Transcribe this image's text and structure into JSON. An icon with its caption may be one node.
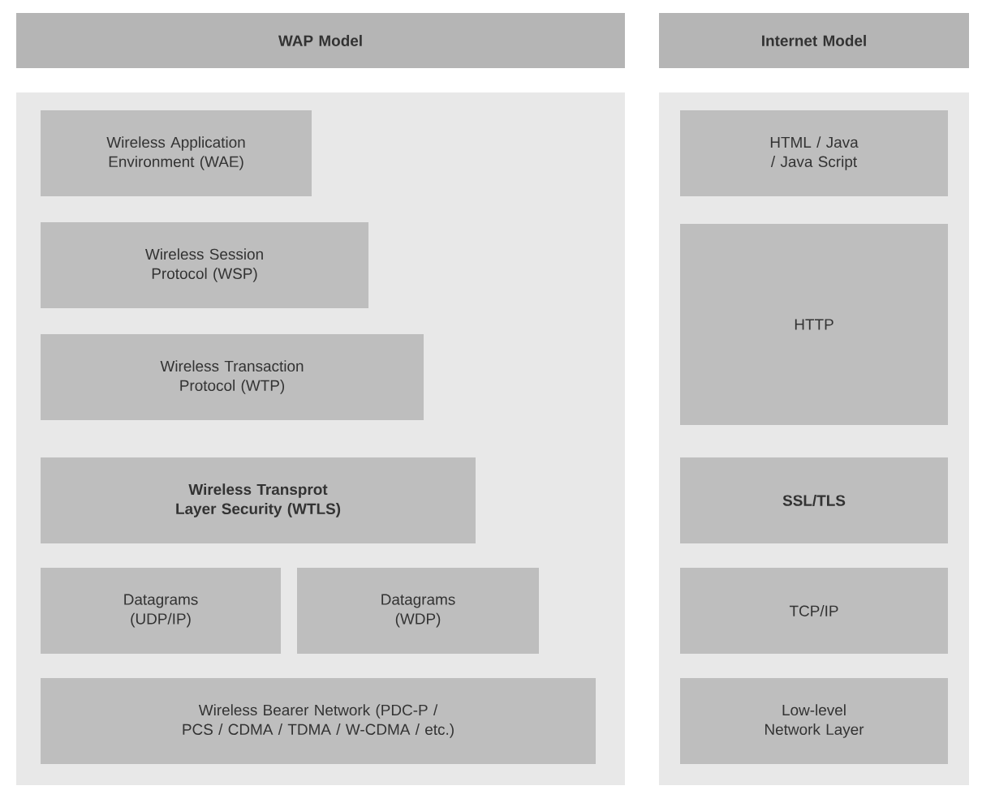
{
  "diagram": {
    "nodes": [
      {
        "text": [
          "WAP Model"
        ]
      },
      {
        "text": [
          "Internet Model"
        ]
      },
      {
        "text": [],
        "shape": "box"
      },
      {
        "text": [
          "Wireless Application Environment (WAE)"
        ],
        "in": 2
      },
      {
        "text": [
          "Wireless Session Protocol (WSP)"
        ],
        "in": 2
      },
      {
        "text": [
          "Wireless Transaction Protocol (WTP)"
        ],
        "in": 2
      },
      {
        "text": [
          "Wireless Transprot Layer Security (WTLS)"
        ],
        "in": 2
      },
      {
        "text": [
          "Datagrams (UDP/IP)"
        ],
        "in": 2
      },
      {
        "text": [
          "Datagrams (WDP)"
        ],
        "in": 2
      },
      {
        "text": [
          "Wireless Bearer Network (PDC-P / PCS / CDMA / TDMA / W-CDMA / etc.)"
        ],
        "in": 2
      },
      {
        "text": [],
        "shape": "box"
      },
      {
        "text": [
          "HTML / Java / Java Script"
        ],
        "in": 10
      },
      {
        "text": [
          "HTTP"
        ],
        "in": 10
      },
      {
        "text": [
          "SSL/TLS"
        ],
        "in": 10
      },
      {
        "text": [
          "TCP/IP"
        ],
        "in": 10
      },
      {
        "text": [
          "Low-level Network Layer"
        ],
        "in": 10
      }
    ]
  }
}
